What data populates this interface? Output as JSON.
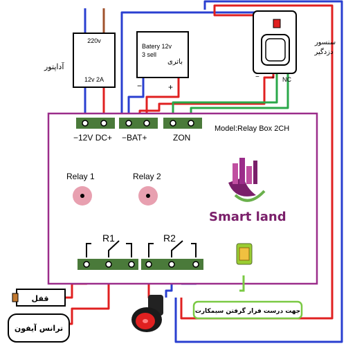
{
  "adapter": {
    "top_label": "220v",
    "bottom_label": "12v 2A",
    "side_label": "آداپتور"
  },
  "battery": {
    "line1": "Batery 12v",
    "line2": "3 sell",
    "line3": "باتری",
    "minus": "−",
    "plus": "+"
  },
  "sensor": {
    "label_line1": "سنسور",
    "label_line2": "دزدگیر",
    "minus": "−",
    "plus": "+",
    "nc": "NC"
  },
  "board": {
    "model": "Model:Relay Box 2CH",
    "dc_label": "−12V DC+",
    "bat_label": "−BAT+",
    "zon_label": "ZON",
    "relay1": "Relay 1",
    "relay2": "Relay 2",
    "r1": "R1",
    "r2": "R2"
  },
  "logo": {
    "text": "Smart land"
  },
  "devices": {
    "lock": "قفل",
    "intercom": "ترانس آیفون"
  },
  "sim_note": "جهت درست فرار گرفتن سیمکارت",
  "colors": {
    "board_border": "#9b2d8a",
    "terminal": "#4a7a3a",
    "red_wire": "#e02020",
    "blue_wire": "#2a3fd0",
    "green_wire": "#2aa84a",
    "brown_wire": "#a0522d",
    "relay_dot": "#e8a0b0"
  }
}
